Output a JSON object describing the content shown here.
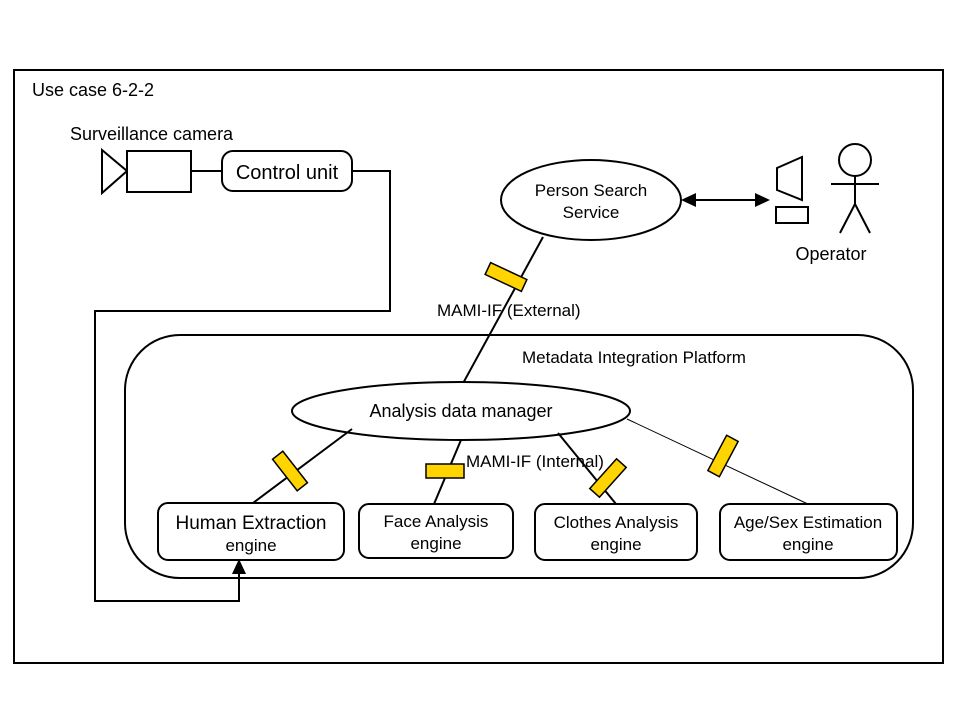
{
  "title": "Use case 6-2-2",
  "colors": {
    "node_fill": "#c9e7f9",
    "engine_fill": "#d5ecfa",
    "marker_fill": "#ffd400",
    "line": "#000000"
  },
  "labels": {
    "surveillance_camera": "Surveillance camera",
    "control_unit": "Control unit",
    "person_search_line1": "Person Search",
    "person_search_line2": "Service",
    "operator": "Operator",
    "mami_external": "MAMI-IF (External)",
    "platform": "Metadata Integration Platform",
    "analysis_data_manager": "Analysis data manager",
    "mami_internal": "MAMI-IF (Internal)"
  },
  "engines": [
    {
      "line1": "Human Extraction",
      "line2": "engine"
    },
    {
      "line1": "Face Analysis",
      "line2": "engine"
    },
    {
      "line1": "Clothes Analysis",
      "line2": "engine"
    },
    {
      "line1": "Age/Sex Estimation",
      "line2": "engine"
    }
  ]
}
